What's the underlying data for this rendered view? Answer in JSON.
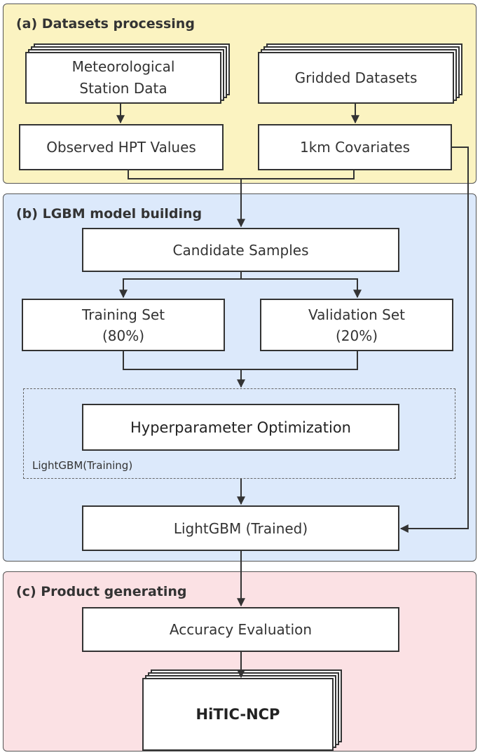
{
  "colors": {
    "panel_a_fill": "#fbf3c1",
    "panel_b_fill": "#dce9fb",
    "panel_c_fill": "#fbe1e4",
    "box_border": "#333333",
    "arrow": "#333333"
  },
  "panels": {
    "a_title": "(a) Datasets processing",
    "b_title": "(b) LGBM model building",
    "c_title": "(c) Product generating"
  },
  "nodes": {
    "met_station": {
      "line1": "Meteorological",
      "line2": "Station Data"
    },
    "gridded": "Gridded Datasets",
    "observed_hpt": "Observed HPT Values",
    "covariates": "1km Covariates",
    "candidate": "Candidate Samples",
    "training": {
      "line1": "Training Set",
      "line2": "(80%)"
    },
    "validation": {
      "line1": "Validation Set",
      "line2": "(20%)"
    },
    "hyperparam": "Hyperparameter Optimization",
    "lgbm_training_label": "LightGBM(Training)",
    "lgbm_trained": "LightGBM (Trained)",
    "accuracy": "Accuracy Evaluation",
    "product": "HiTIC-NCP"
  }
}
